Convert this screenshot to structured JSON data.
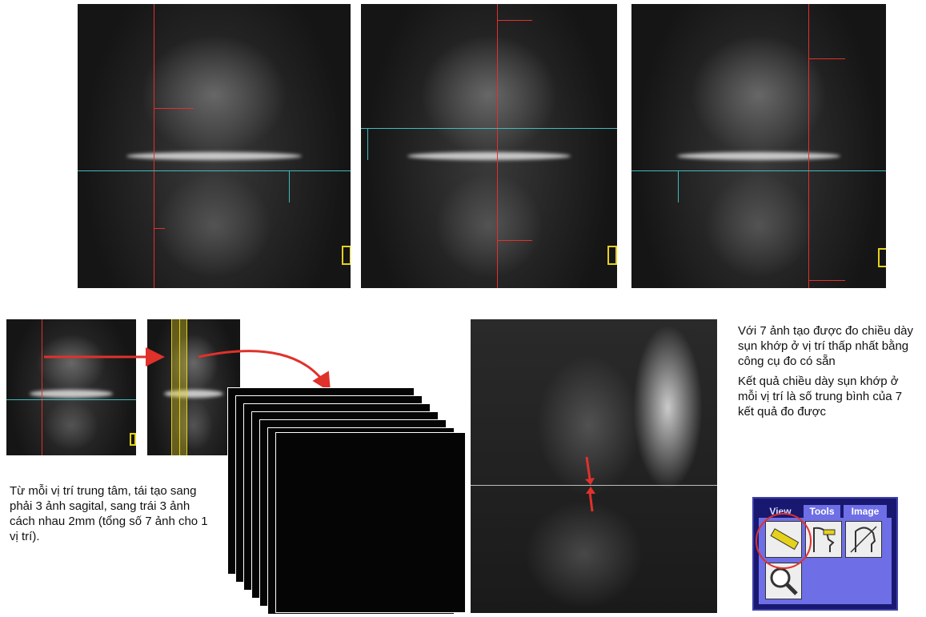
{
  "caption_left": "Từ mỗi vị trí trung tâm, tái tạo sang phải 3 ảnh sagital, sang trái 3 ảnh cách nhau 2mm (tổng số 7 ảnh cho 1 vị trí).",
  "caption_right": {
    "line1": "Với 7 ảnh tạo được đo chiều dày sụn khớp ở vị trí thấp nhất bằng công cụ đo có sẵn",
    "line2": "Kết quả chiều dày sụn khớp ở mỗi vị trí là số trung bình của 7 kết quả đo được"
  },
  "tool_panel": {
    "tabs": [
      "View",
      "Tools",
      "Image"
    ],
    "active_tab": "Tools",
    "icons": [
      "ruler-icon",
      "profile-measure-icon",
      "head-cross-icon",
      "magnifier-icon"
    ]
  },
  "colors": {
    "crosshair_red": "#e0312b",
    "crosshair_cyan": "#3fbcbc",
    "marker_yellow": "#e6d21a",
    "panel_blue": "#181870",
    "highlight_red": "#e0312b"
  }
}
